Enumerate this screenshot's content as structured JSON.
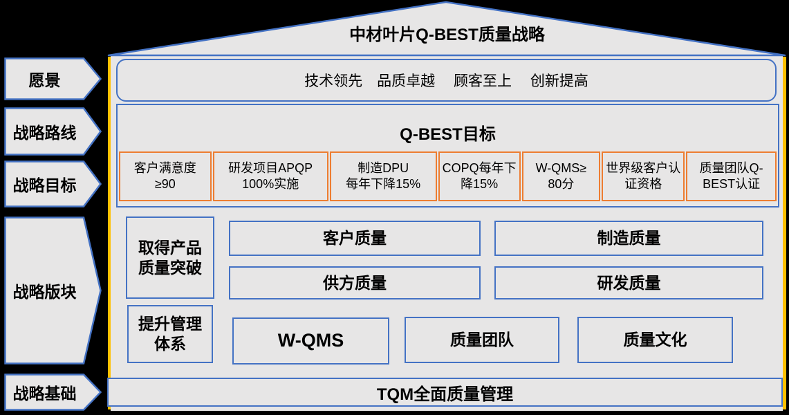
{
  "slide": {
    "title": "中材叶片Q-BEST质量战略"
  },
  "colors": {
    "background": "#000000",
    "panel_gray": "#E7E6E6",
    "accent_blue": "#4472C4",
    "accent_orange": "#ED7D31",
    "accent_yellow": "#FFC000"
  },
  "sidebar": {
    "items": [
      {
        "id": "vision",
        "label": "愿景"
      },
      {
        "id": "strategy-route",
        "label": "战略路线"
      },
      {
        "id": "strategy-goals",
        "label": "战略目标"
      },
      {
        "id": "strategy-blocks",
        "label": "战略版块"
      },
      {
        "id": "strategy-foundation",
        "label": "战略基础"
      }
    ]
  },
  "vision_bar": {
    "text": "技术领先　品质卓越　 顾客至上　 创新提高"
  },
  "goals": {
    "heading": "Q-BEST目标",
    "items": [
      "客户满意度\n≥90",
      "研发项目APQP\n100%实施",
      "制造DPU\n每年下降15%",
      "COPQ每年下\n降15%",
      "W-QMS≥\n80分",
      "世界级客户认\n证资格",
      "质量团队Q-\nBEST认证"
    ]
  },
  "blocks": {
    "breakthrough": "取得产品\n质量突破",
    "management_system": "提升管理\n体系",
    "customer": "客户质量",
    "manufacturing": "制造质量",
    "supplier": "供方质量",
    "rnd": "研发质量",
    "wqms": "W-QMS",
    "team": "质量团队",
    "culture": "质量文化"
  },
  "foundation": {
    "label": "TQM全面质量管理"
  }
}
